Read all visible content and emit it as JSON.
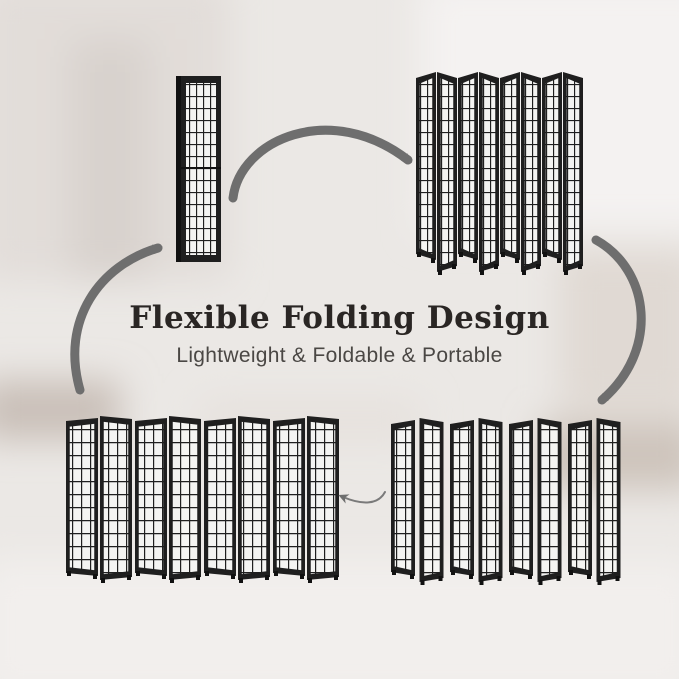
{
  "headline": "Flexible Folding Design",
  "subline": "Lightweight & Foldable & Portable",
  "colors": {
    "frame": "#1f1f1f",
    "paper": "#f4f4f2",
    "arrow": "#6e6e6e",
    "text_dark": "#2a2624",
    "text_sub": "#4a4744"
  },
  "stages": [
    {
      "name": "folded-screen",
      "panels": 1
    },
    {
      "name": "partially-opened-screen",
      "panels": 8
    },
    {
      "name": "unfolding-screen",
      "panels": 8
    },
    {
      "name": "fully-opened-screen",
      "panels": 8
    }
  ],
  "arrows": [
    {
      "name": "arrow-fold-to-partial-icon"
    },
    {
      "name": "arrow-partial-to-unfolding-icon"
    },
    {
      "name": "arrow-unfolding-to-open-icon"
    },
    {
      "name": "arrow-open-to-fold-icon"
    }
  ]
}
